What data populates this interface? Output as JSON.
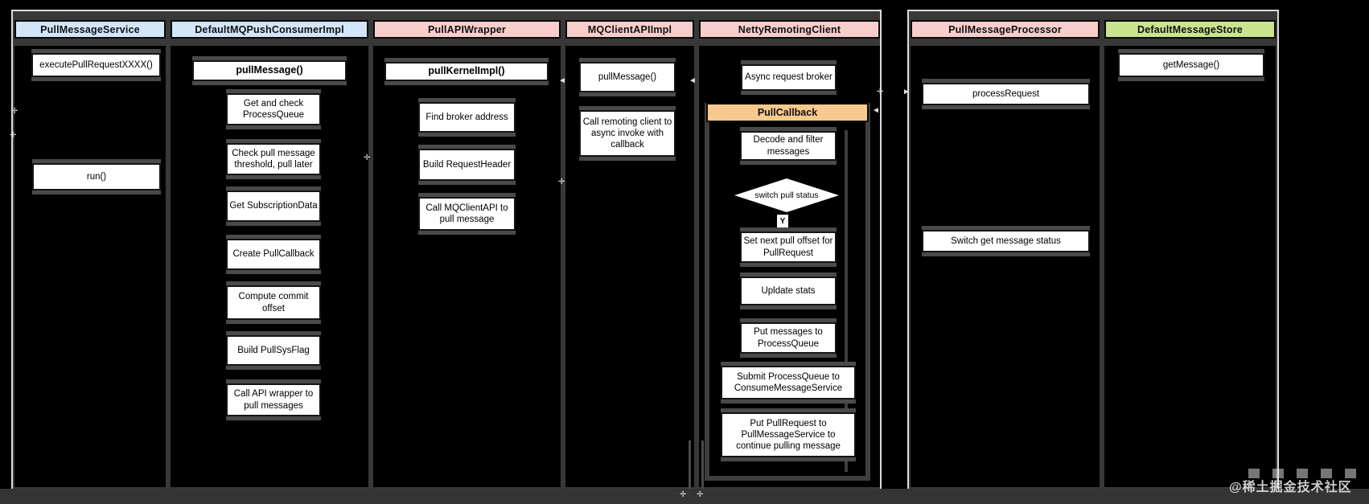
{
  "colors": {
    "lane_header_blue": "#d3e5f8",
    "lane_header_pink": "#f8cecc",
    "lane_header_green": "#cbe58e",
    "callback_header_orange": "#f8c98f",
    "canvas_background": "#000000",
    "node_fill": "#ffffff"
  },
  "lanes": [
    {
      "title": "PullMessageService",
      "boxes": [
        "executePullRequestXXXX()",
        "run()"
      ]
    },
    {
      "title": "DefaultMQPushConsumerImpl",
      "boxes": [
        "pullMessage()",
        "Get and check ProcessQueue",
        "Check pull message threshold, pull later",
        "Get SubscriptionData",
        "Create PullCallback",
        "Compute commit offset",
        "Build PullSysFlag",
        "Call API wrapper to pull messages"
      ]
    },
    {
      "title": "PullAPIWrapper",
      "boxes": [
        "pullKernelImpl()",
        "Find broker address",
        "Build RequestHeader",
        "Call MQClientAPI to pull message"
      ]
    },
    {
      "title": "MQClientAPIImpl",
      "boxes": [
        "pullMessage()",
        "Call remoting client to async invoke with callback"
      ]
    },
    {
      "title": "NettyRemotingClient",
      "boxes": [
        "Async request broker"
      ],
      "callback_group": {
        "title": "PullCallback",
        "decision": "switch pull status",
        "branch_label": "Y",
        "steps": [
          "Decode and filter messages",
          "Set next pull offset for PullRequest",
          "Upldate stats",
          "Put messages to ProcessQueue",
          "Submit ProcessQueue to ConsumeMessageService",
          "Put PullRequest to PullMessageService to continue pulling message"
        ]
      }
    },
    {
      "title": "PullMessageProcessor",
      "boxes": [
        "processRequest",
        "Switch get message status"
      ]
    },
    {
      "title": "DefaultMessageStore",
      "boxes": [
        "getMessage()"
      ]
    }
  ],
  "watermark": "@稀土掘金技术社区"
}
